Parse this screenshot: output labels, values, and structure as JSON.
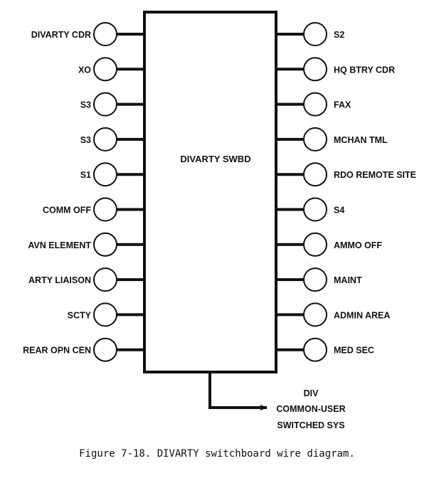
{
  "switchboard": {
    "label": "DIVARTY SWBD"
  },
  "left_terminals": [
    "DIVARTY CDR",
    "XO",
    "S3",
    "S3",
    "S1",
    "COMM OFF",
    "AVN ELEMENT",
    "ARTY LIAISON",
    "SCTY",
    "REAR OPN CEN"
  ],
  "right_terminals": [
    "S2",
    "HQ BTRY CDR",
    "FAX",
    "MCHAN TML",
    "RDO REMOTE SITE",
    "S4",
    "AMMO OFF",
    "MAINT",
    "ADMIN AREA",
    "MED SEC"
  ],
  "output": {
    "lines": [
      "DIV",
      "COMMON-USER",
      "SWITCHED SYS"
    ]
  },
  "caption": "Figure 7-18. DIVARTY switchboard wire diagram."
}
